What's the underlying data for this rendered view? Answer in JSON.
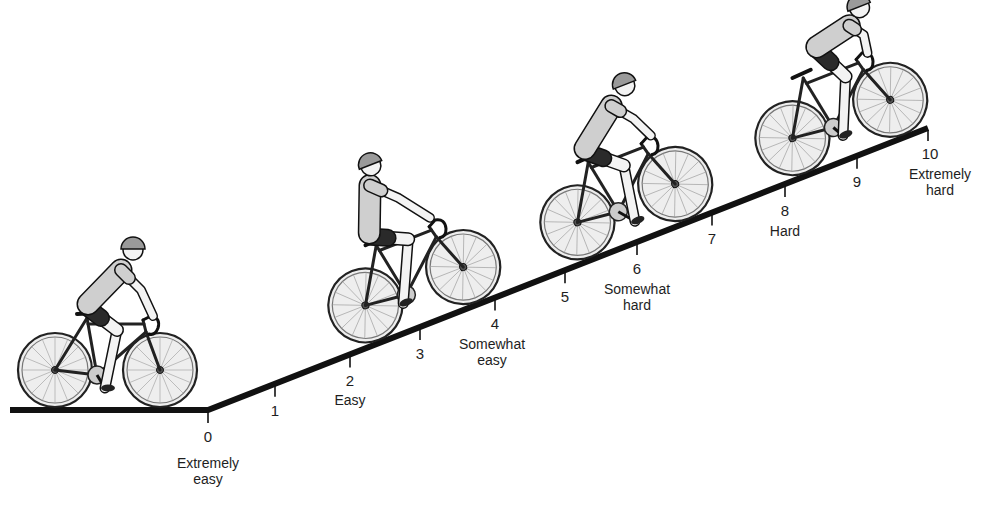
{
  "diagram": {
    "labels": [
      "0",
      "Extremely easy",
      "1",
      "2",
      "Easy",
      "3",
      "4",
      "Somewhat easy",
      "5",
      "6",
      "Somewhat hard",
      "7",
      "8",
      "Hard",
      "9",
      "10",
      "Extremely hard"
    ]
  }
}
